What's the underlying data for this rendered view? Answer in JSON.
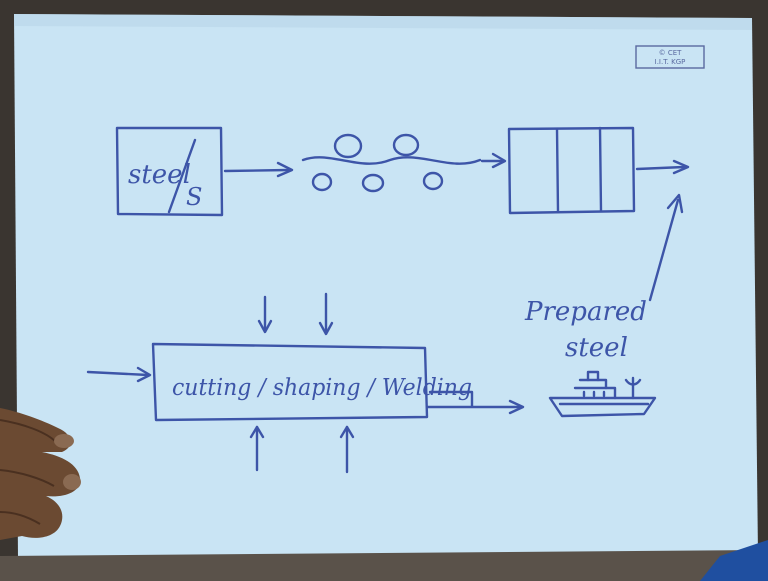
{
  "box_steel": {
    "text_top": "steel",
    "text_bottom": "S"
  },
  "process_box": {
    "label": "cutting / shaping / Welding"
  },
  "ship_label": {
    "line1": "Prepared",
    "line2": "steel"
  },
  "logo": {
    "line1": "© CET",
    "line2": "I.I.T. KGP"
  },
  "colors": {
    "paper": "#c9e4f4",
    "ink": "#3d55a8",
    "background": "#3a3530",
    "hand": "#6b4a32"
  }
}
